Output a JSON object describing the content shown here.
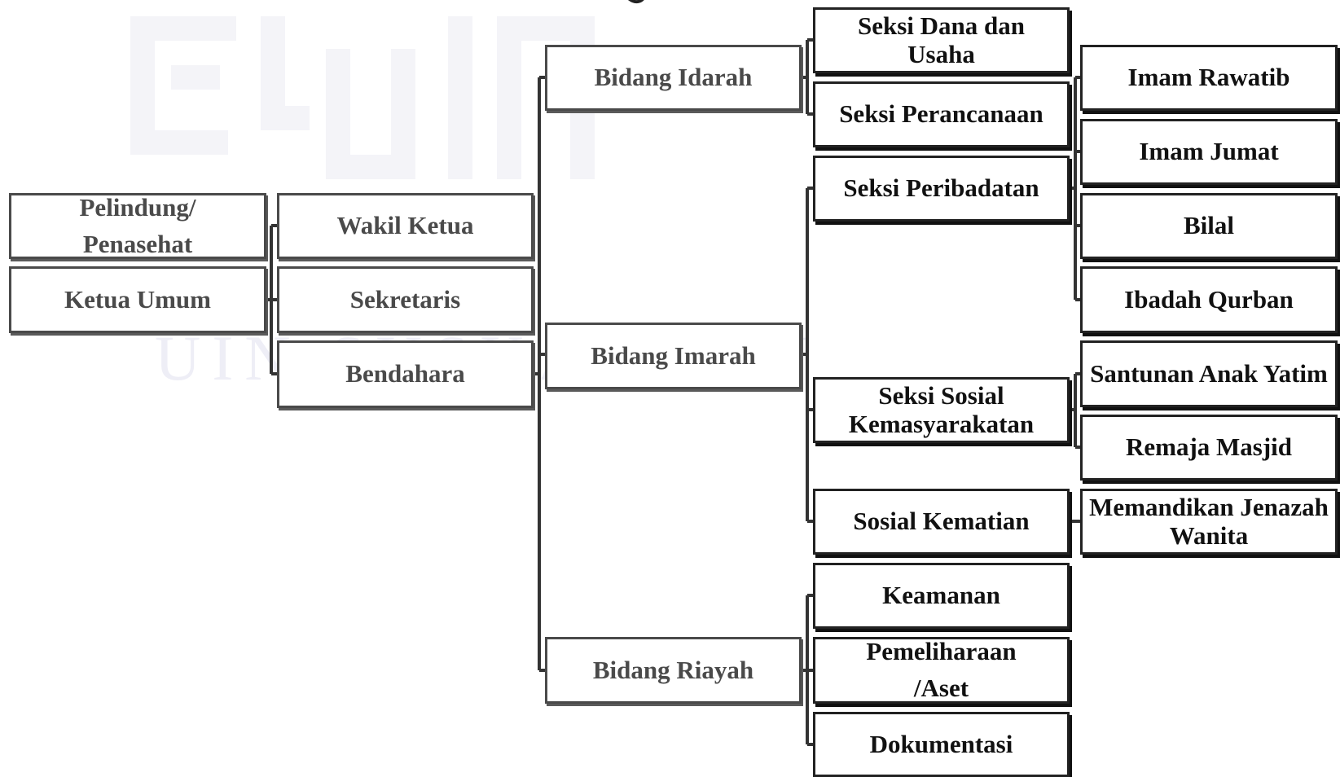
{
  "level1": {
    "pelindung": [
      "Pelindung/",
      "Penasehat"
    ],
    "ketua_umum": "Ketua Umum"
  },
  "level2": {
    "wakil_ketua": "Wakil Ketua",
    "sekretaris": "Sekretaris",
    "bendahara": "Bendahara"
  },
  "level3": {
    "idarah": "Bidang Idarah",
    "imarah": "Bidang Imarah",
    "riayah": "Bidang Riayah"
  },
  "level4": {
    "dana_usaha": [
      "Seksi  Dana dan",
      "Usaha"
    ],
    "perancanaan": "Seksi Perancanaan",
    "peribadatan": "Seksi Peribadatan",
    "sosial_kemasyarakatan": [
      "Seksi Sosial",
      "Kemasyarakatan"
    ],
    "sosial_kematian": "Sosial Kematian",
    "keamanan": "Keamanan",
    "pemeliharaan": [
      "Pemeliharaan",
      "/Aset"
    ],
    "dokumentasi": "Dokumentasi"
  },
  "level5": {
    "imam_rawatib": "Imam Rawatib",
    "imam_jumat": "Imam Jumat",
    "bilal": "Bilal",
    "ibadah_qurban": "Ibadah Qurban",
    "santunan": "Santunan Anak Yatim",
    "remaja_masjid": "Remaja Masjid",
    "jenazah_wanita": [
      "Memandikan Jenazah",
      "Wanita"
    ]
  },
  "watermark": {
    "text": "UIN SUSKA RIAU"
  },
  "colors": {
    "box_border": "#222222",
    "gray_text": "#4a4a4a",
    "watermark": "#eeeef6"
  }
}
